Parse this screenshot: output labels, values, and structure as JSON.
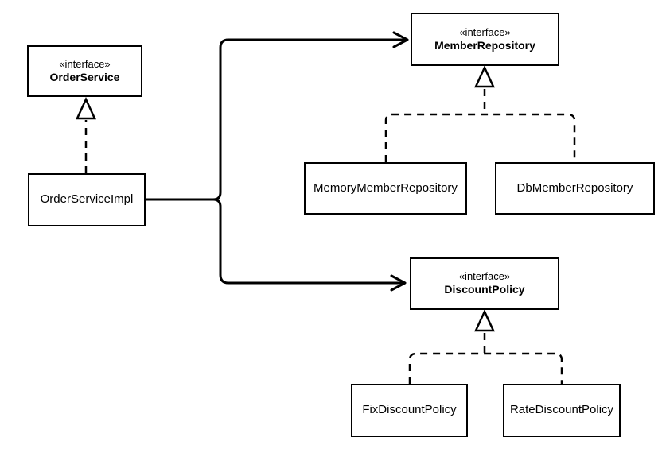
{
  "diagram": {
    "type": "uml-class-diagram",
    "nodes": {
      "order_service": {
        "stereotype": "«interface»",
        "name": "OrderService"
      },
      "order_service_impl": {
        "name": "OrderServiceImpl"
      },
      "member_repository": {
        "stereotype": "«interface»",
        "name": "MemberRepository"
      },
      "memory_member_repository": {
        "name": "MemoryMemberRepository"
      },
      "db_member_repository": {
        "name": "DbMemberRepository"
      },
      "discount_policy": {
        "stereotype": "«interface»",
        "name": "DiscountPolicy"
      },
      "fix_discount_policy": {
        "name": "FixDiscountPolicy"
      },
      "rate_discount_policy": {
        "name": "RateDiscountPolicy"
      }
    },
    "relationships": [
      {
        "type": "realization",
        "from": "OrderServiceImpl",
        "to": "OrderService",
        "style": "dashed-line-hollow-triangle"
      },
      {
        "type": "dependency",
        "from": "OrderServiceImpl",
        "to": "MemberRepository",
        "style": "solid-line-open-arrow"
      },
      {
        "type": "dependency",
        "from": "OrderServiceImpl",
        "to": "DiscountPolicy",
        "style": "solid-line-open-arrow"
      },
      {
        "type": "realization",
        "from": "MemoryMemberRepository",
        "to": "MemberRepository",
        "style": "dashed-line-hollow-triangle"
      },
      {
        "type": "realization",
        "from": "DbMemberRepository",
        "to": "MemberRepository",
        "style": "dashed-line-hollow-triangle"
      },
      {
        "type": "realization",
        "from": "FixDiscountPolicy",
        "to": "DiscountPolicy",
        "style": "dashed-line-hollow-triangle"
      },
      {
        "type": "realization",
        "from": "RateDiscountPolicy",
        "to": "DiscountPolicy",
        "style": "dashed-line-hollow-triangle"
      }
    ],
    "colors": {
      "line": "#000000",
      "box_fill": "#ffffff",
      "background": "#ffffff"
    }
  }
}
